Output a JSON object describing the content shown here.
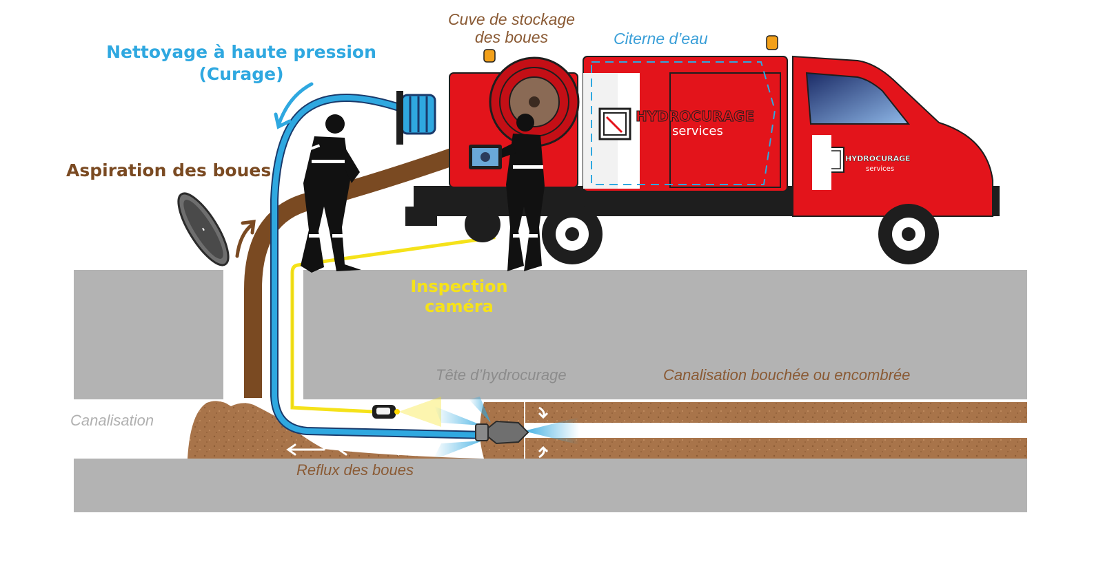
{
  "labels": {
    "nettoyage_line1": "Nettoyage à haute pression",
    "nettoyage_line2": "(Curage)",
    "aspiration": "Aspiration des boues",
    "inspection_line1": "Inspection",
    "inspection_line2": "caméra",
    "cuve_line1": "Cuve de stockage",
    "cuve_line2": "des boues",
    "citerne": "Citerne d’eau",
    "tete": "Tête d’hydrocurage",
    "canalisation_bouchee": "Canalisation bouchée ou encombrée",
    "canalisation": "Canalisation",
    "reflux": "Reflux des boues"
  },
  "truck": {
    "brand": "HYDROCURAGE",
    "sub": "services"
  },
  "colors": {
    "water_blue": "#2fa8e0",
    "sludge_brown": "#7a4a22",
    "camera_yellow": "#f5e21a",
    "ground_gray": "#b3b3b3",
    "pipe_brown": "#a8744a",
    "truck_red": "#e3141b",
    "cuve_text": "#8a5a34",
    "citerne_text": "#3a9fd8",
    "gray_text": "#b0b0b0",
    "tete_text": "#8c8c8c"
  }
}
